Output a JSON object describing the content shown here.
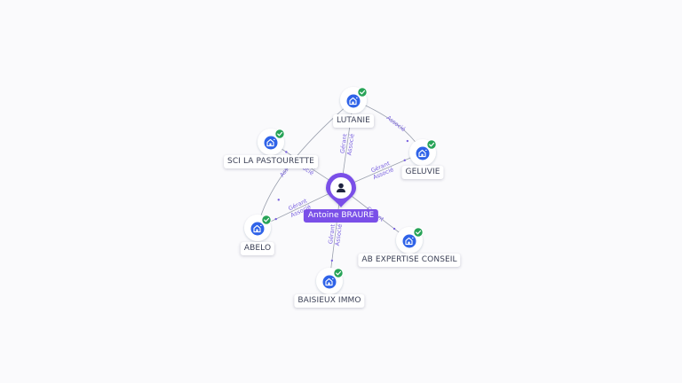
{
  "colors": {
    "edge": "#9aa0ae",
    "edge_label": "#7a62e0",
    "company_icon": "#2f63e8",
    "check_badge": "#27a357",
    "person_pin": "#7a4fe8"
  },
  "center": {
    "label": "Antoine BRAURE",
    "icon": "person-icon"
  },
  "companies": [
    {
      "id": "lutanie",
      "label": "LUTANIE",
      "icon": "building-icon",
      "badge": "check-icon"
    },
    {
      "id": "geluvie",
      "label": "GELUVIE",
      "icon": "building-icon",
      "badge": "check-icon"
    },
    {
      "id": "sci",
      "label": "SCI LA PASTOURETTE",
      "icon": "building-icon",
      "badge": "check-icon"
    },
    {
      "id": "abelo",
      "label": "ABELO",
      "icon": "building-icon",
      "badge": "check-icon"
    },
    {
      "id": "abexpertise",
      "label": "AB EXPERTISE CONSEIL",
      "icon": "building-icon",
      "badge": "check-icon"
    },
    {
      "id": "baisieux",
      "label": "BAISIEUX IMMO",
      "icon": "building-icon",
      "badge": "check-icon"
    }
  ],
  "edges": [
    {
      "from": "center",
      "to": "lutanie",
      "labels": [
        "Gérant",
        "Associé"
      ]
    },
    {
      "from": "center",
      "to": "geluvie",
      "labels": [
        "Gérant",
        "Associé"
      ]
    },
    {
      "from": "center",
      "to": "sci",
      "labels": [
        "Gérant",
        "Associé"
      ]
    },
    {
      "from": "center",
      "to": "abelo",
      "labels": [
        "Gérant",
        "Associé"
      ]
    },
    {
      "from": "center",
      "to": "abexpertise",
      "labels": [
        "Gérant"
      ]
    },
    {
      "from": "center",
      "to": "baisieux",
      "labels": [
        "Gérant",
        "Associé"
      ]
    },
    {
      "from": "lutanie",
      "to": "geluvie",
      "labels": [
        "Associé"
      ]
    },
    {
      "from": "lutanie",
      "to": "abelo",
      "labels": [
        "Associé"
      ]
    }
  ]
}
